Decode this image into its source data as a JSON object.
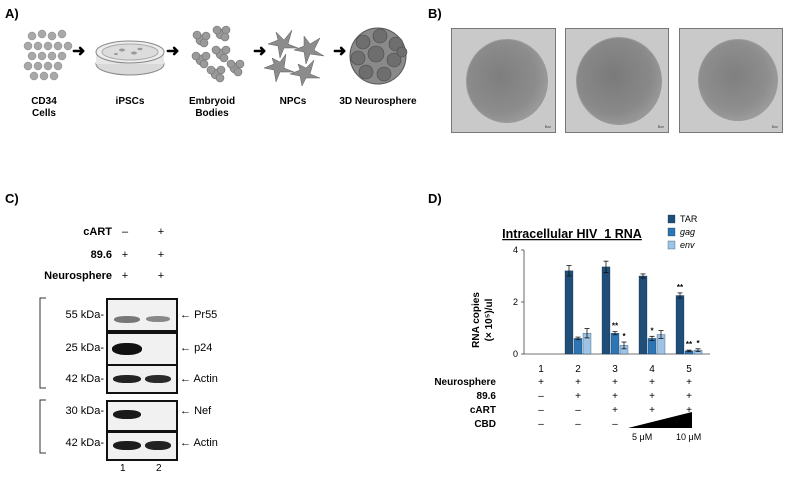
{
  "panels": {
    "a": "A)",
    "b": "B)",
    "c": "C)",
    "d": "D)"
  },
  "panel_a": {
    "stages": [
      {
        "line1": "CD34",
        "line2": "Cells"
      },
      {
        "line1": "iPSCs",
        "line2": ""
      },
      {
        "line1": "Embryoid",
        "line2": "Bodies"
      },
      {
        "line1": "NPCs",
        "line2": ""
      },
      {
        "line1": "3D Neurosphere",
        "line2": ""
      }
    ],
    "arrow": "➜"
  },
  "panel_b": {
    "scale_label": "Bar"
  },
  "panel_c": {
    "rows": [
      {
        "label": "cART",
        "marks": [
          "–",
          "+"
        ]
      },
      {
        "label": "89.6",
        "marks": [
          "+",
          "+"
        ]
      },
      {
        "label": "Neurosphere",
        "marks": [
          "+",
          "+"
        ]
      }
    ],
    "blots": [
      {
        "kda": "55 kDa-",
        "protein": "Pr55"
      },
      {
        "kda": "25 kDa-",
        "protein": "p24"
      },
      {
        "kda": "42 kDa-",
        "protein": "Actin"
      },
      {
        "kda": "30 kDa-",
        "protein": "Nef"
      },
      {
        "kda": "42 kDa-",
        "protein": "Actin"
      }
    ],
    "lanes": [
      "1",
      "2"
    ],
    "arrow": "←"
  },
  "chart_data": {
    "type": "bar",
    "title": "Intracellular HIV_1 RNA",
    "ylabel_line1": "RNA copies",
    "ylabel_line2": "(× 10⁵)/ul",
    "ylim": [
      0,
      4
    ],
    "yticks": [
      "0",
      "2",
      "4"
    ],
    "categories": [
      "1",
      "2",
      "3",
      "4",
      "5"
    ],
    "series": [
      {
        "name": "TAR",
        "color": "#1f4e79",
        "values": [
          0,
          3.2,
          3.35,
          3.0,
          2.25
        ],
        "errors": [
          0,
          0.2,
          0.22,
          0.08,
          0.1
        ]
      },
      {
        "name": "gag",
        "color": "#2e75b6",
        "values": [
          0,
          0.6,
          0.8,
          0.6,
          0.12
        ],
        "errors": [
          0,
          0.05,
          0.06,
          0.08,
          0.03
        ]
      },
      {
        "name": "env",
        "color": "#9dc3e6",
        "values": [
          0,
          0.8,
          0.33,
          0.75,
          0.15
        ],
        "errors": [
          0,
          0.18,
          0.13,
          0.15,
          0.05
        ]
      }
    ],
    "significance": [
      {
        "category": 2,
        "series": 1,
        "label": "**"
      },
      {
        "category": 2,
        "series": 2,
        "label": "*"
      },
      {
        "category": 3,
        "series": 1,
        "label": "*"
      },
      {
        "category": 4,
        "series": 0,
        "label": "**"
      },
      {
        "category": 4,
        "series": 1,
        "label": "**"
      },
      {
        "category": 4,
        "series": 2,
        "label": "*"
      }
    ],
    "conditions": [
      {
        "label": "Neurosphere",
        "marks": [
          "+",
          "+",
          "+",
          "+",
          "+"
        ]
      },
      {
        "label": "89.6",
        "marks": [
          "–",
          "+",
          "+",
          "+",
          "+"
        ]
      },
      {
        "label": "cART",
        "marks": [
          "–",
          "–",
          "+",
          "+",
          "+"
        ]
      },
      {
        "label": "CBD",
        "marks": [
          "–",
          "–",
          "–",
          "",
          ""
        ]
      }
    ],
    "cbd_doses": [
      "5 μM",
      "10 μM"
    ]
  }
}
